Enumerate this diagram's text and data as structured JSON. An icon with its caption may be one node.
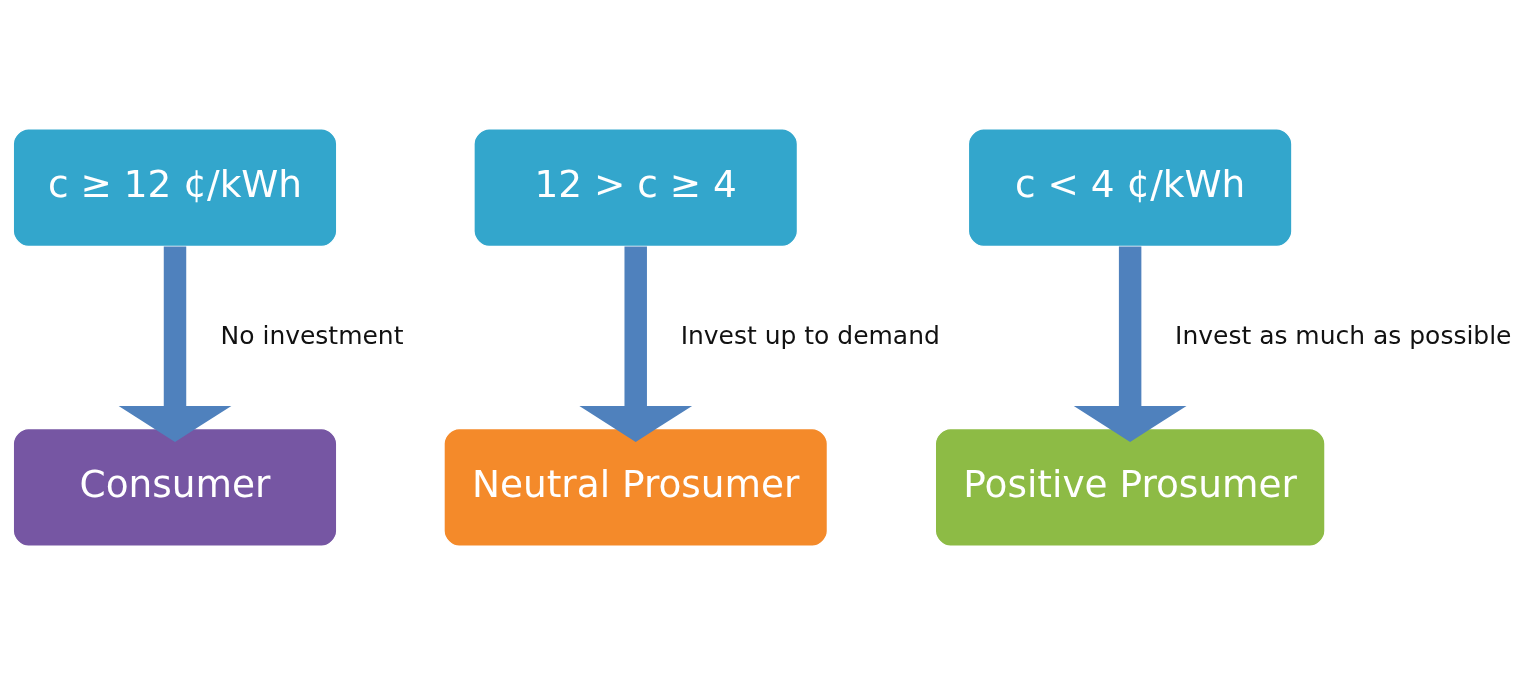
{
  "diagram": {
    "nodes": [
      {
        "text": [
          "c ≥ 12 ¢/kWh"
        ]
      },
      {
        "text": [
          "12 > c ≥ 4"
        ]
      },
      {
        "text": [
          "c < 4 ¢/kWh"
        ]
      },
      {
        "text": [
          "Consumer"
        ]
      },
      {
        "text": [
          "Neutral Prosumer"
        ]
      },
      {
        "text": [
          "Positive Prosumer"
        ]
      }
    ],
    "edges": [
      {
        "from": 0,
        "to": 3,
        "arrow": "to",
        "label": "No investment"
      },
      {
        "from": 1,
        "to": 4,
        "arrow": "to",
        "label": "Invest up to demand"
      },
      {
        "from": 2,
        "to": 5,
        "arrow": "to",
        "label": "Invest as much as possible"
      }
    ]
  }
}
